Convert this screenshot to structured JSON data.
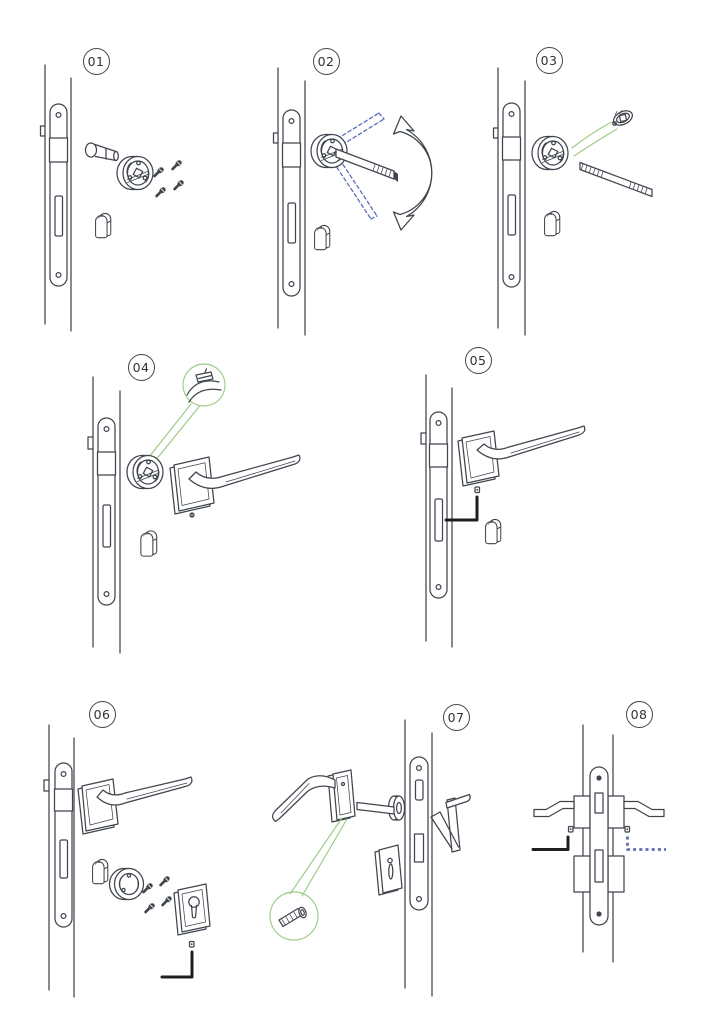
{
  "colors": {
    "line": "#40454d",
    "accent_green": "#9ccb82",
    "accent_blue": "#5b6cba",
    "tool_black": "#1f1f1f",
    "background": "#ffffff"
  },
  "steps": [
    {
      "number": "01",
      "parts": [
        "door-edge",
        "mortise-lock-faceplate",
        "latch-follower",
        "rose-spring-mechanism",
        "mounting-screws",
        "euro-cylinder"
      ]
    },
    {
      "number": "02",
      "parts": [
        "door-edge",
        "mortise-lock-faceplate",
        "rose-spring-mechanism",
        "spindle",
        "spindle-ghost-positions",
        "rotation-arrow",
        "euro-cylinder"
      ]
    },
    {
      "number": "03",
      "parts": [
        "door-edge",
        "mortise-lock-faceplate",
        "rose-spring-mechanism",
        "retaining-clip",
        "guide-arrows",
        "spindle",
        "euro-cylinder"
      ]
    },
    {
      "number": "04",
      "parts": [
        "door-edge",
        "mortise-lock-faceplate",
        "rose-spring-mechanism",
        "clip-detail-magnifier",
        "lever-handle",
        "euro-cylinder"
      ]
    },
    {
      "number": "05",
      "parts": [
        "door-edge",
        "mortise-lock-faceplate",
        "lever-handle",
        "set-screw",
        "allen-key",
        "euro-cylinder"
      ]
    },
    {
      "number": "06",
      "parts": [
        "door-edge",
        "mortise-lock-faceplate",
        "lever-handle",
        "euro-cylinder",
        "cylinder-rose",
        "mounting-screws",
        "keyhole-escutcheon",
        "set-screw",
        "allen-key"
      ]
    },
    {
      "number": "07",
      "parts": [
        "lever-handle",
        "spindle-with-rose",
        "keyhole-escutcheon",
        "door-edge",
        "mortise-lock-faceplate",
        "far-side-handle",
        "set-screw-magnifier"
      ]
    },
    {
      "number": "08",
      "parts": [
        "door-cross-section",
        "mortise-lock-case",
        "lever-handle-left",
        "lever-handle-right",
        "set-screws",
        "allen-key",
        "allen-key-ghost"
      ]
    }
  ]
}
